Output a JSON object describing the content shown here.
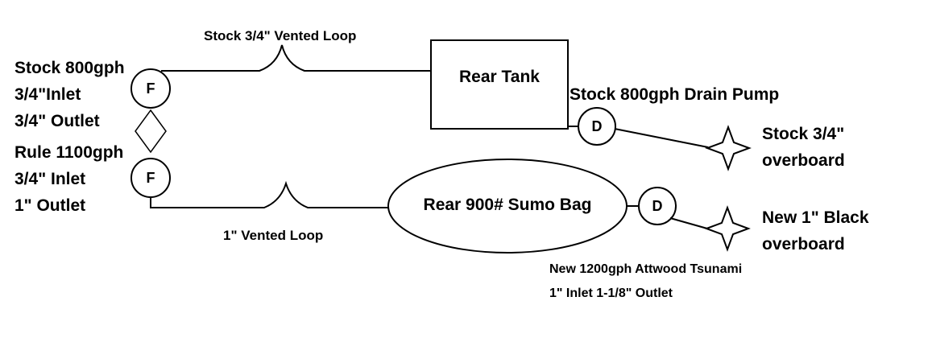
{
  "diagram": {
    "fill_pumps": {
      "symbol": "F",
      "pump1": [
        "Stock 800gph",
        "3/4\"Inlet",
        "3/4\" Outlet"
      ],
      "pump2": [
        "Rule 1100gph",
        "3/4\" Inlet",
        "1\" Outlet"
      ]
    },
    "tank_branch": {
      "vented_loop": "Stock 3/4\" Vented Loop",
      "tank": "Rear Tank",
      "drain_pump": "Stock 800gph Drain Pump",
      "drain_symbol": "D",
      "overboard": [
        "Stock 3/4\"",
        "overboard"
      ]
    },
    "bag_branch": {
      "vented_loop": "1\" Vented Loop",
      "bag": "Rear 900# Sumo Bag",
      "drain_symbol": "D",
      "overboard": [
        "New 1\" Black",
        "overboard"
      ],
      "drain_pump_note": [
        "New 1200gph Attwood Tsunami",
        "1\" Inlet 1-1/8\" Outlet"
      ]
    },
    "colors": {
      "line": "#000000",
      "background": "#ffffff",
      "text": "#000000"
    }
  }
}
